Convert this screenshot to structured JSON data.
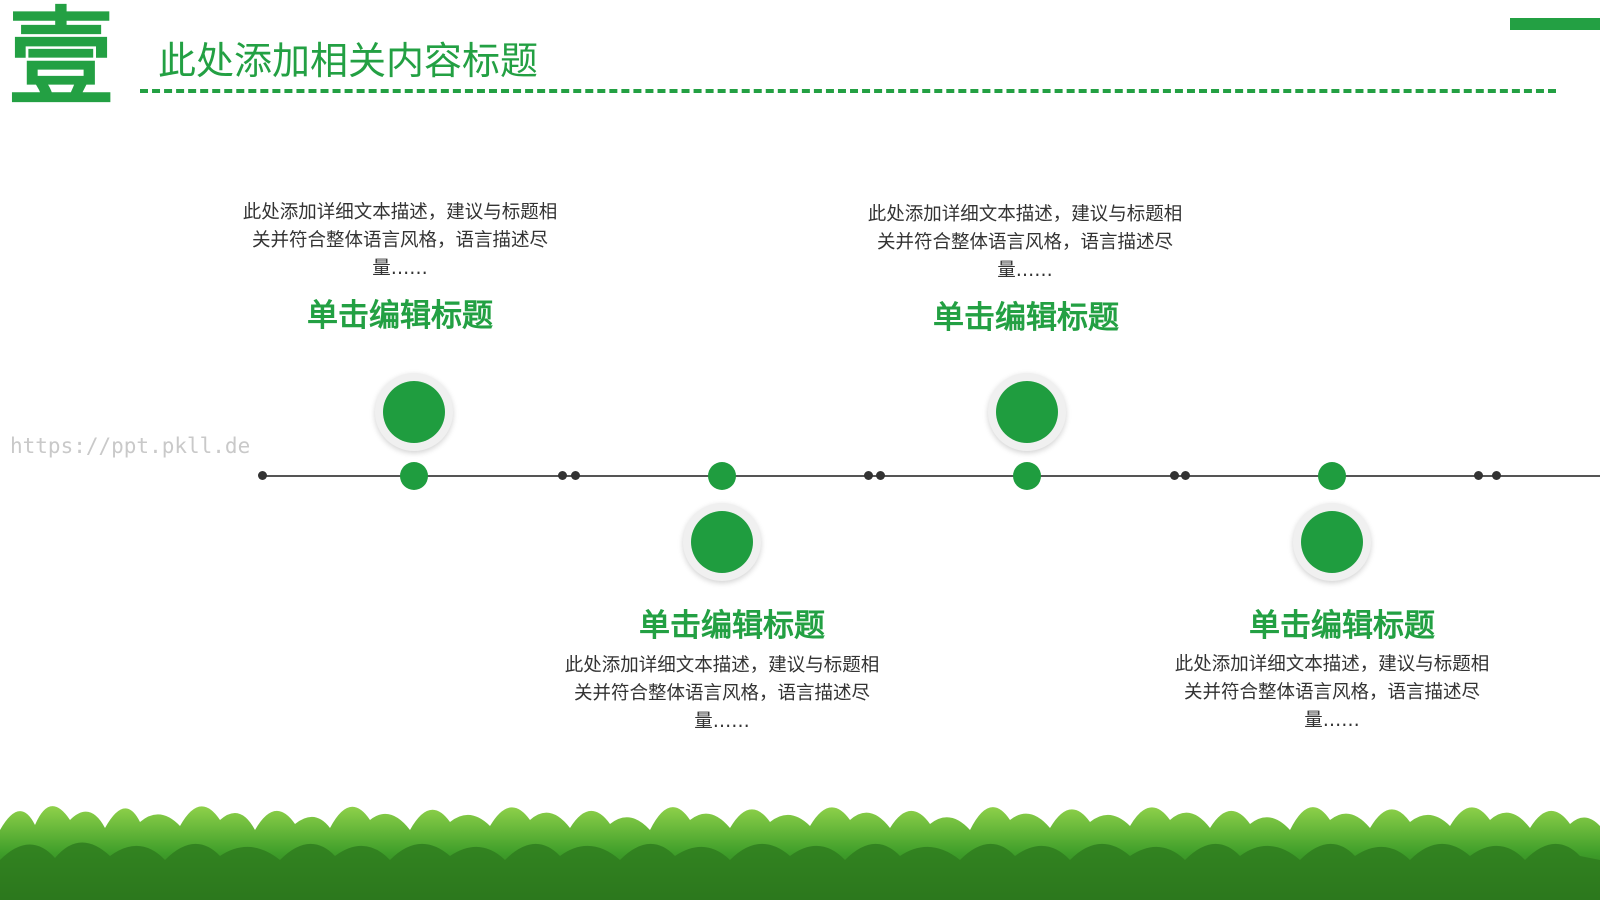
{
  "header": {
    "number_char": "壹",
    "title": "此处添加相关内容标题"
  },
  "watermark": "https://ppt.pkll.de",
  "items": [
    {
      "title": "单击编辑标题",
      "desc_lines": [
        "此处添加详细文本描述，建议与标题相",
        "关并符合整体语言风格，语言描述尽",
        "量……"
      ]
    },
    {
      "title": "单击编辑标题",
      "desc_lines": [
        "此处添加详细文本描述，建议与标题相",
        "关并符合整体语言风格，语言描述尽",
        "量……"
      ]
    },
    {
      "title": "单击编辑标题",
      "desc_lines": [
        "此处添加详细文本描述，建议与标题相",
        "关并符合整体语言风格，语言描述尽",
        "量……"
      ]
    },
    {
      "title": "单击编辑标题",
      "desc_lines": [
        "此处添加详细文本描述，建议与标题相",
        "关并符合整体语言风格，语言描述尽",
        "量……"
      ]
    }
  ],
  "colors": {
    "accent": "#23a043",
    "node": "#1f9d3f",
    "text": "#333333",
    "watermark": "#c9c9c9"
  }
}
